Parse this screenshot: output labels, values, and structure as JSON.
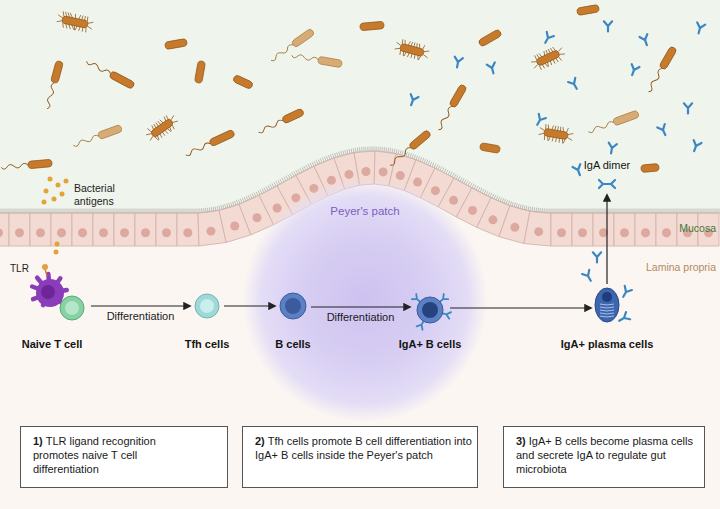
{
  "diagram": {
    "nodes": [
      {
        "text": [
          "Naive T cell"
        ]
      },
      {
        "text": [
          "Tfh cells"
        ]
      },
      {
        "text": [
          "Peyer's patch"
        ]
      },
      {
        "text": [
          "B cells"
        ],
        "in": 2
      },
      {
        "text": [
          "IgA+ B cells"
        ],
        "in": 2
      },
      {
        "text": [
          "IgA dimer"
        ]
      },
      {
        "text": [
          "IgA+ plasma cells"
        ]
      },
      {
        "text": [
          "1)",
          "TLR ligand recognition promotes naive T cell differentiation"
        ]
      },
      {
        "text": [
          "2)",
          "Tfh cells promote B cell differentiation into IgA+ B cells inside the Peyer's patch"
        ]
      },
      {
        "text": [
          "3)",
          "IgA+ B cells become plasma cells and secrete IgA to regulate gut microbiota"
        ]
      }
    ],
    "edges": [
      {
        "from": 0,
        "to": 1,
        "arrow": "to",
        "label": "Differentiation"
      },
      {
        "from": 1,
        "to": 3,
        "arrow": "to"
      },
      {
        "from": 3,
        "to": 4,
        "arrow": "to",
        "label": "Differentiation"
      },
      {
        "from": 4,
        "to": 6,
        "arrow": "to"
      },
      {
        "from": 6,
        "to": 5,
        "arrow": "to"
      }
    ],
    "labels": [
      "Bacterial antigens",
      "Mucosa",
      "TLR",
      "Lamina propria"
    ]
  }
}
